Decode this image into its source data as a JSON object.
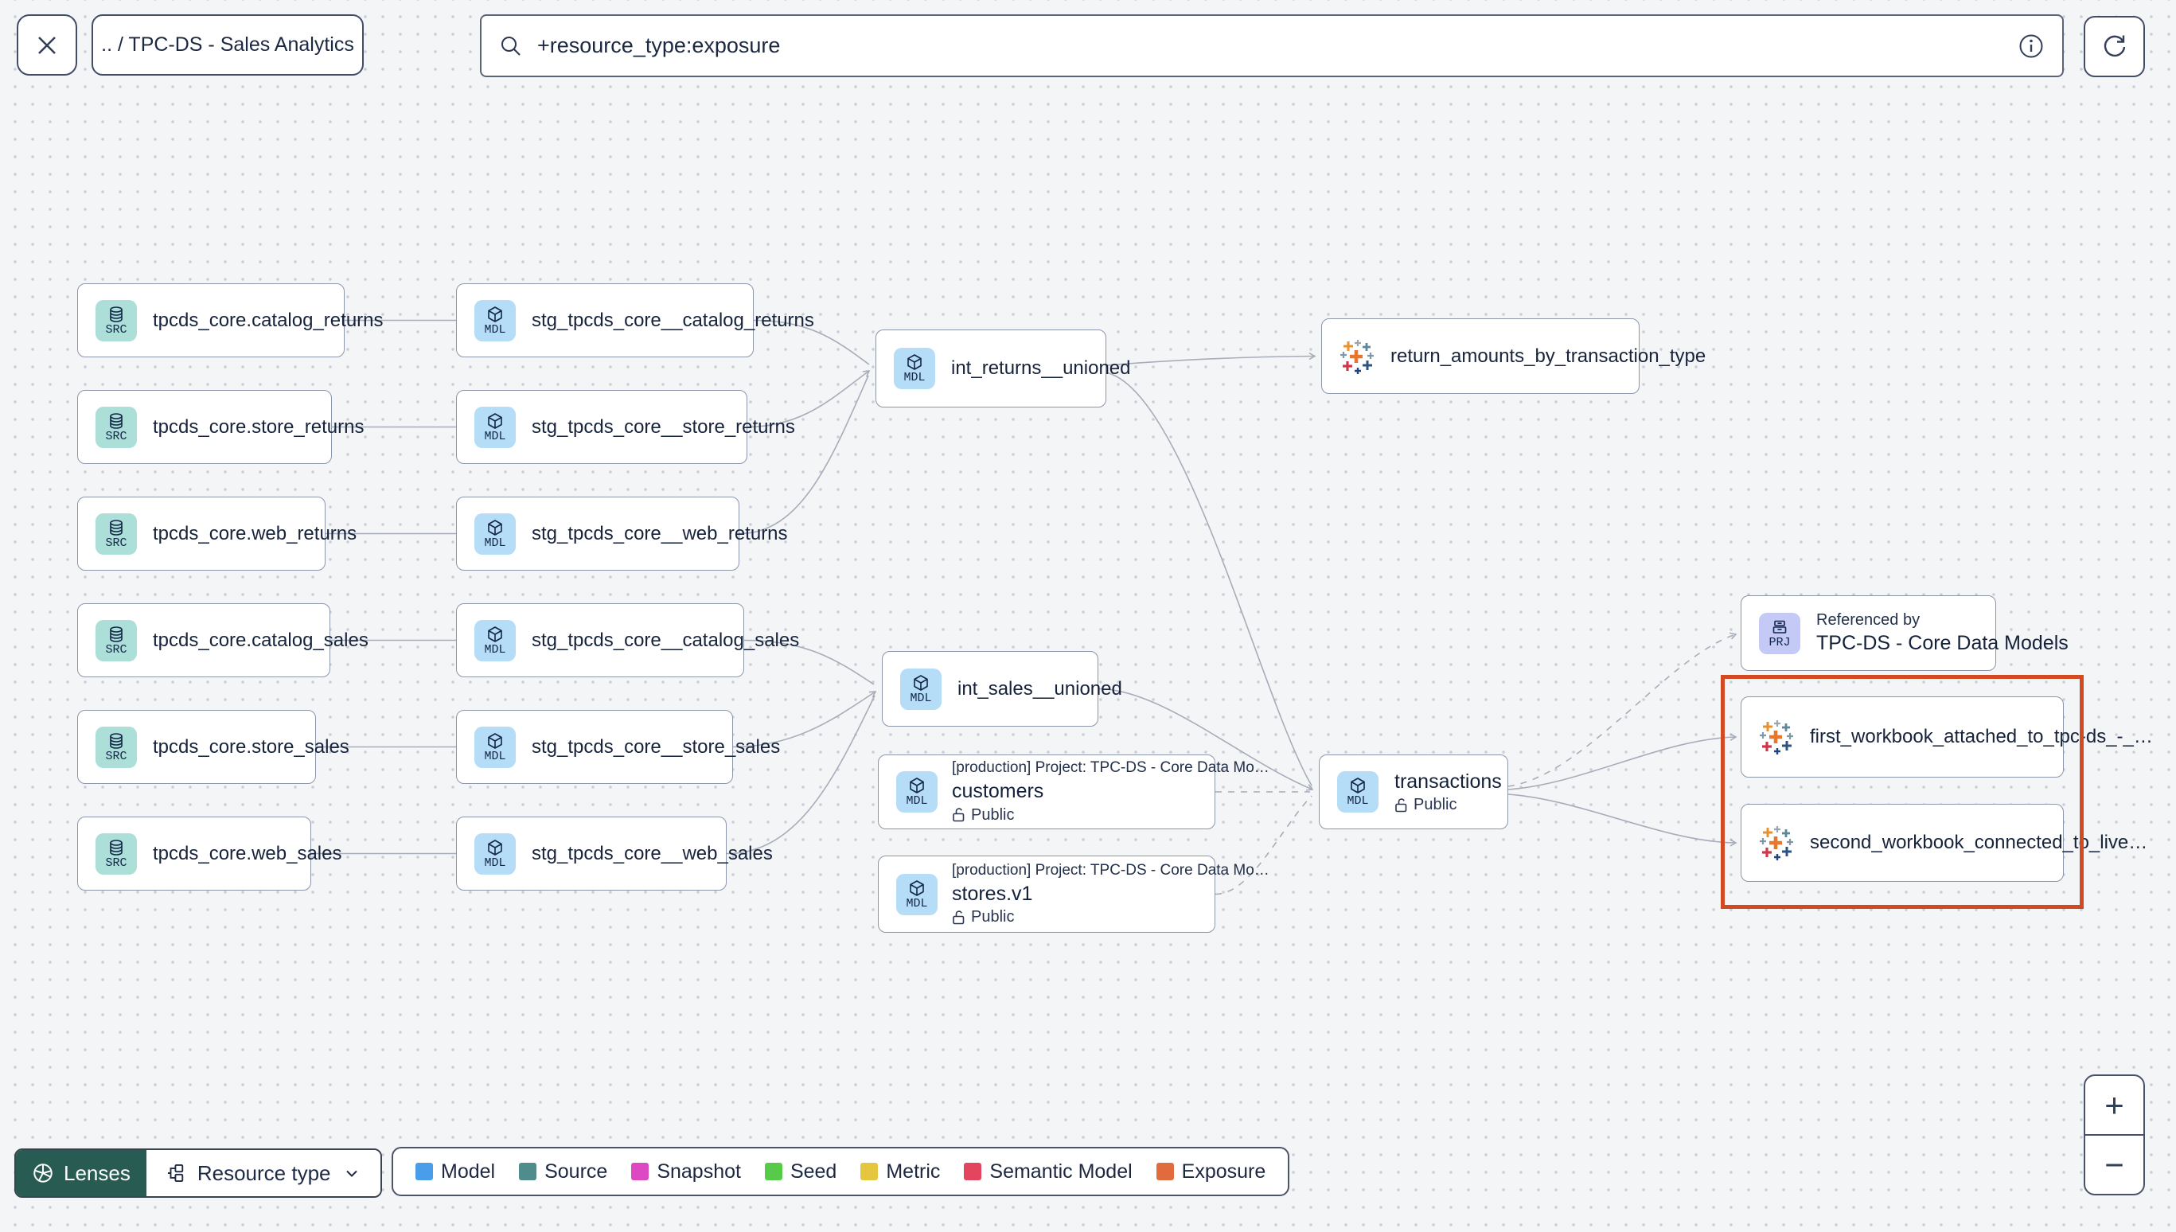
{
  "topbar": {
    "breadcrumb": ".. / TPC-DS - Sales Analytics",
    "search_value": "+resource_type:exposure"
  },
  "icons": {
    "close": "✕",
    "zoom_in": "+",
    "zoom_out": "−"
  },
  "nodes": {
    "src": [
      {
        "badge": "SRC",
        "label": "tpcds_core.catalog_returns"
      },
      {
        "badge": "SRC",
        "label": "tpcds_core.store_returns"
      },
      {
        "badge": "SRC",
        "label": "tpcds_core.web_returns"
      },
      {
        "badge": "SRC",
        "label": "tpcds_core.catalog_sales"
      },
      {
        "badge": "SRC",
        "label": "tpcds_core.store_sales"
      },
      {
        "badge": "SRC",
        "label": "tpcds_core.web_sales"
      }
    ],
    "stg": [
      {
        "badge": "MDL",
        "label": "stg_tpcds_core__catalog_returns"
      },
      {
        "badge": "MDL",
        "label": "stg_tpcds_core__store_returns"
      },
      {
        "badge": "MDL",
        "label": "stg_tpcds_core__web_returns"
      },
      {
        "badge": "MDL",
        "label": "stg_tpcds_core__catalog_sales"
      },
      {
        "badge": "MDL",
        "label": "stg_tpcds_core__store_sales"
      },
      {
        "badge": "MDL",
        "label": "stg_tpcds_core__web_sales"
      }
    ],
    "int_returns": {
      "badge": "MDL",
      "label": "int_returns__unioned"
    },
    "int_sales": {
      "badge": "MDL",
      "label": "int_sales__unioned"
    },
    "customers": {
      "badge": "MDL",
      "project": "[production] Project: TPC-DS - Core Data Mo…",
      "label": "customers",
      "access": "Public"
    },
    "stores": {
      "badge": "MDL",
      "project": "[production] Project: TPC-DS - Core Data Mo…",
      "label": "stores.v1",
      "access": "Public"
    },
    "transactions": {
      "badge": "MDL",
      "label": "transactions",
      "access": "Public"
    },
    "exposure_top": {
      "label": "return_amounts_by_transaction_type"
    },
    "referenced_by": {
      "badge": "PRJ",
      "title": "Referenced by",
      "label": "TPC-DS - Core Data Models"
    },
    "workbook1": {
      "label": "first_workbook_attached_to_tpc-ds_-_…"
    },
    "workbook2": {
      "label": "second_workbook_connected_to_live…"
    }
  },
  "footer": {
    "lenses_label": "Lenses",
    "resource_type_label": "Resource type",
    "legend": [
      {
        "label": "Model",
        "color": "#4a9de8"
      },
      {
        "label": "Source",
        "color": "#4f8d8c"
      },
      {
        "label": "Snapshot",
        "color": "#dd49c3"
      },
      {
        "label": "Seed",
        "color": "#57cb49"
      },
      {
        "label": "Metric",
        "color": "#e5c63f"
      },
      {
        "label": "Semantic Model",
        "color": "#e4455e"
      },
      {
        "label": "Exposure",
        "color": "#e06c3e"
      }
    ]
  }
}
